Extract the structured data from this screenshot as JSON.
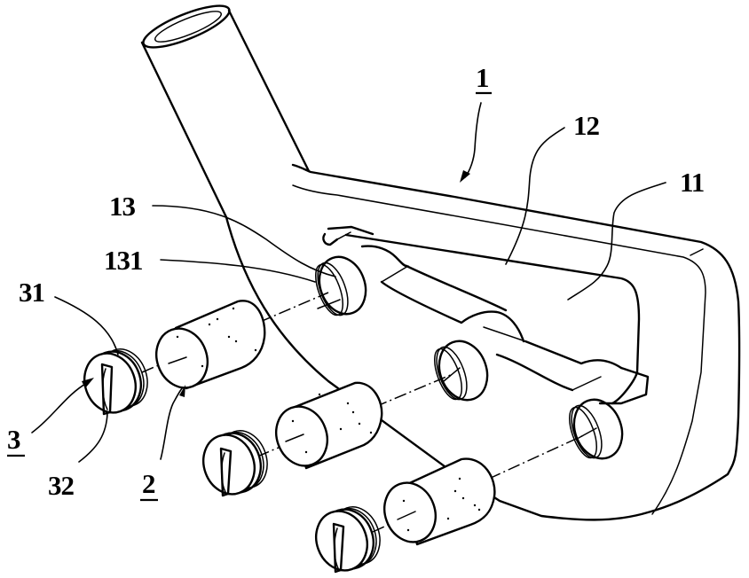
{
  "figure": {
    "description": "Exploded perspective view of a golf club head with weight members and screw caps",
    "labels": {
      "club_head": "1",
      "main_body": "11",
      "rib": "12",
      "weight_hole": "13",
      "thread": "131",
      "weight": "2",
      "screw_cap": "3",
      "cap_thread": "31",
      "cap_slot": "32"
    },
    "underlined_labels": [
      "1",
      "2",
      "3"
    ],
    "colors": {
      "line": "#000000",
      "background": "#ffffff"
    }
  }
}
